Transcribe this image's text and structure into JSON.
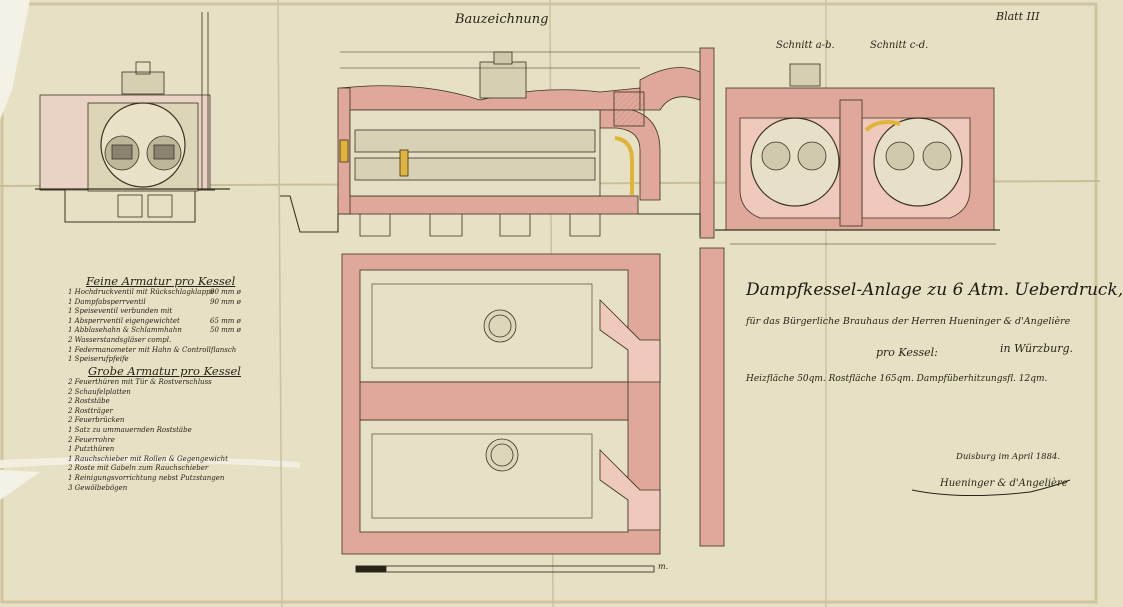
{
  "header": {
    "heading": "Bauzeichnung",
    "sheet": "Blatt III"
  },
  "sections": {
    "left": "Schnitt a-b.",
    "right": "Schnitt c-d."
  },
  "title": {
    "main": "Dampfkessel-Anlage zu 6 Atm. Ueberdruck,",
    "line1": "für das Bürgerliche Brauhaus der Herren Hueninger & d'Angelière",
    "line2_left": "pro Kessel:",
    "line2_right": "in Würzburg.",
    "specs": "Heizfläche 50qm. Rostfläche 165qm. Dampfüberhitzungsfl. 12qm."
  },
  "place_date": "Duisburg im April 1884.",
  "signature": "Hueninger & d'Angelière",
  "fine_armatur": {
    "title": "Feine Armatur pro Kessel",
    "items": [
      {
        "text": "1 Hochdruckventil mit Rückschlagklappe",
        "qty": "90 mm ø"
      },
      {
        "text": "1 Dampfabsperrventil",
        "qty": "90 mm ø"
      },
      {
        "text": "1 Speiseventil verbunden mit",
        "qty": ""
      },
      {
        "text": "1 Absperrventil eigengewichtet",
        "qty": "65 mm ø"
      },
      {
        "text": "1 Abblasehahn & Schlammhahn",
        "qty": "50 mm ø"
      },
      {
        "text": "2 Wasserstandsgläser compl.",
        "qty": ""
      },
      {
        "text": "1 Federmanometer mit Hahn & Controllflansch",
        "qty": ""
      },
      {
        "text": "1 Speiserufpfeife",
        "qty": ""
      }
    ]
  },
  "grobe_armatur": {
    "title": "Grobe Armatur pro Kessel",
    "items": [
      "2 Feuerthüren mit Tür & Rostverschluss",
      "2 Schaufelplatten",
      "2 Roststäbe",
      "2 Rostträger",
      "2 Feuerbrücken",
      "1 Satz zu ummauernden Roststäbe",
      "2 Feuerrohre",
      "1 Putzthüren",
      "1 Rauchschieber mit Rollen & Gegengewicht",
      "2 Roste mit Gabeln zum Rauchschieber",
      "1 Reinigungsvorrichtung nebst Putzstangen",
      "3 Gewölbebögen"
    ]
  },
  "scale": {
    "unit": "m."
  },
  "colors": {
    "paper": "#e6e0c4",
    "ink": "#2a2418",
    "masonry": "#e0a89a",
    "masonry_dark": "#c98c7c",
    "yellow": "#e0b43a"
  }
}
